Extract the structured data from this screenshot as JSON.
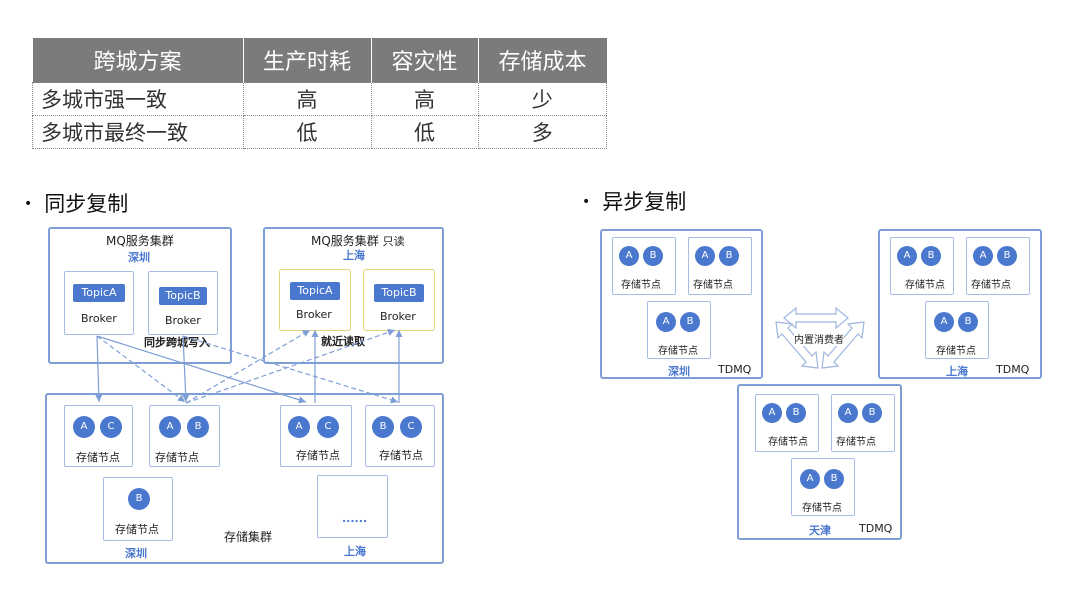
{
  "table": {
    "headers": [
      "跨城方案",
      "生产时耗",
      "容灾性",
      "存储成本"
    ],
    "rows": [
      [
        "多城市强一致",
        "高",
        "高",
        "少"
      ],
      [
        "多城市最终一致",
        "低",
        "低",
        "多"
      ]
    ]
  },
  "sync": {
    "title": "同步复制",
    "mq_sz": {
      "title": "MQ服务集群",
      "city": "深圳"
    },
    "mq_sh": {
      "title": "MQ服务集群",
      "readonly": "只读",
      "city": "上海"
    },
    "topicA": "TopicA",
    "topicB": "TopicB",
    "broker": "Broker",
    "write_label": "同步跨城写入",
    "read_label": "就近读取",
    "node_label": "存储节点",
    "storage_cluster": "存储集群",
    "city_sz": "深圳",
    "city_sh": "上海",
    "ellipsis": "......",
    "nodes": [
      {
        "a": "A",
        "b": "C"
      },
      {
        "a": "A",
        "b": "B"
      },
      {
        "a": "A",
        "b": "C"
      },
      {
        "a": "B",
        "b": "C"
      },
      {
        "a": "B"
      }
    ]
  },
  "async": {
    "title": "异步复制",
    "node_label": "存储节点",
    "tdmq": "TDMQ",
    "consumer": "内置消费者",
    "cities": [
      "深圳",
      "上海",
      "天津"
    ],
    "circle_a": "A",
    "circle_b": "B"
  },
  "colors": {
    "accent": "#4a78cf",
    "border": "#7e9ed6",
    "header": "#7b7b7b",
    "highlight": "#e3d67a"
  }
}
